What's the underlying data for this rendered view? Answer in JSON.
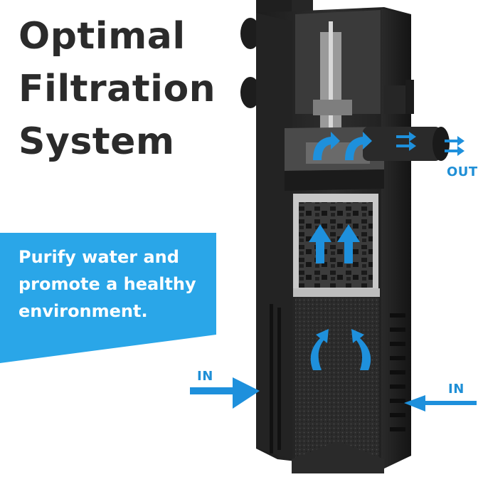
{
  "heading": {
    "line1": "Optimal",
    "line2": "Filtration",
    "line3": "System"
  },
  "banner": {
    "line1": "Purify water and",
    "line2": "promote a healthy",
    "line3": "environment.",
    "color": "#2aa6e8"
  },
  "labels": {
    "out": "OUT",
    "in_left": "IN",
    "in_right": "IN"
  },
  "colors": {
    "accent": "#1f8fd6",
    "arrow": "#1e90dc",
    "body": "#2a2a2a"
  }
}
